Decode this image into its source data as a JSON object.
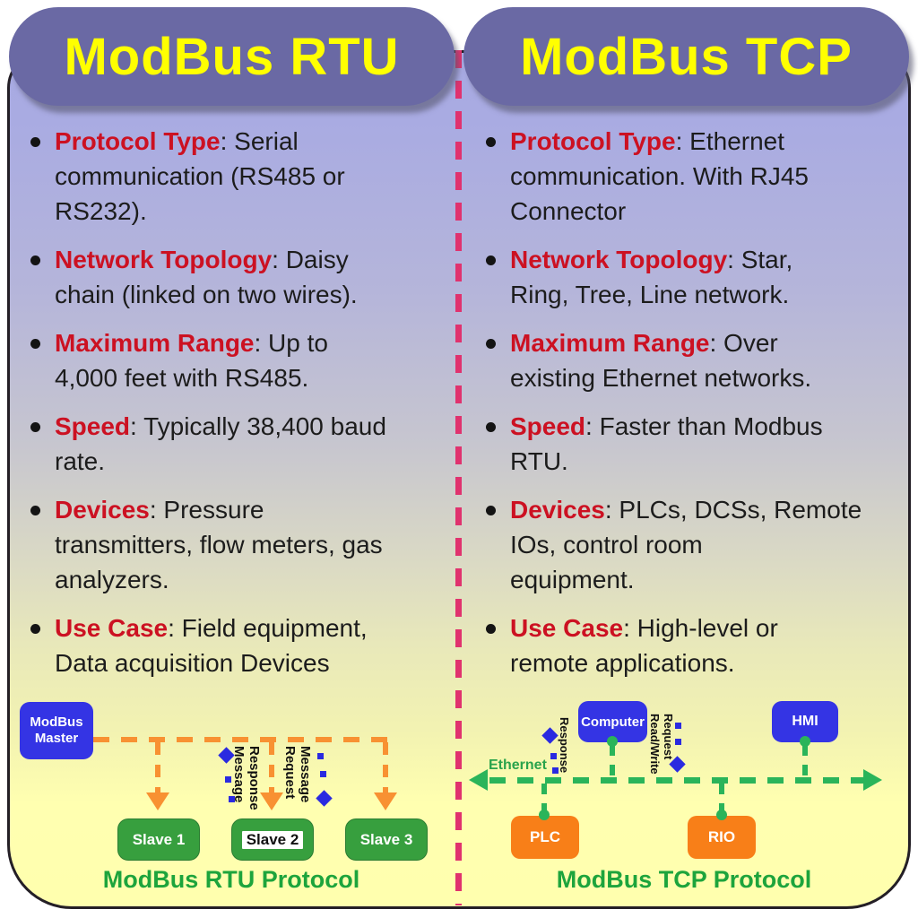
{
  "colors": {
    "header_bg": "#6a69a4",
    "header_text": "#ffff00",
    "divider_pink": "#e0326e",
    "label_red": "#cc1122",
    "body_text": "#1c1c1c",
    "node_blue": "#3434e4",
    "slave_green": "#379f3e",
    "device_orange": "#f87f18",
    "rtu_dash_orange": "#f89132",
    "tcp_dash_green": "#2ab45a",
    "caption_green": "#1da43c",
    "bg_top": "#a8aae3",
    "bg_bottom": "#ffffb0"
  },
  "left": {
    "title": "ModBus RTU",
    "bullets": [
      {
        "label": "Protocol Type",
        "text": ": Serial\ncommunication (RS485 or\nRS232)."
      },
      {
        "label": "Network Topology",
        "text": ": Daisy\nchain (linked on two wires)."
      },
      {
        "label": "Maximum Range",
        "text": ": Up to\n4,000 feet with RS485."
      },
      {
        "label": "Speed",
        "text": ": Typically 38,400 baud\nrate."
      },
      {
        "label": "Devices",
        "text": ": Pressure\ntransmitters, flow meters, gas\nanalyzers."
      },
      {
        "label": "Use Case",
        "text": ": Field equipment,\nData acquisition Devices"
      }
    ],
    "diagram": {
      "master_line1": "ModBus",
      "master_line2": "Master",
      "slaves": [
        "Slave 1",
        "Slave 2",
        "Slave 3"
      ],
      "response_line1": "Response",
      "response_line2": "Message",
      "request_line1": "Request",
      "request_line2": "Message",
      "caption": "ModBus RTU Protocol"
    }
  },
  "right": {
    "title": "ModBus TCP",
    "bullets": [
      {
        "label": "Protocol Type",
        "text": ": Ethernet\ncommunication. With RJ45\nConnector"
      },
      {
        "label": "Network Topology",
        "text": ": Star,\nRing, Tree, Line network."
      },
      {
        "label": "Maximum Range",
        "text": ": Over\nexisting Ethernet networks."
      },
      {
        "label": "Speed",
        "text": ": Faster than Modbus\nRTU."
      },
      {
        "label": "Devices",
        "text": ": PLCs, DCSs, Remote\nIOs, control room\nequipment."
      },
      {
        "label": "Use Case",
        "text": ": High-level or\nremote applications."
      }
    ],
    "diagram": {
      "computer": "Computer",
      "hmi": "HMI",
      "plc": "PLC",
      "rio": "RIO",
      "bus_label": "Ethernet",
      "response_label": "Response",
      "readwrite_line1": "Read/Write",
      "readwrite_line2": "Request",
      "caption": "ModBus TCP Protocol"
    }
  }
}
